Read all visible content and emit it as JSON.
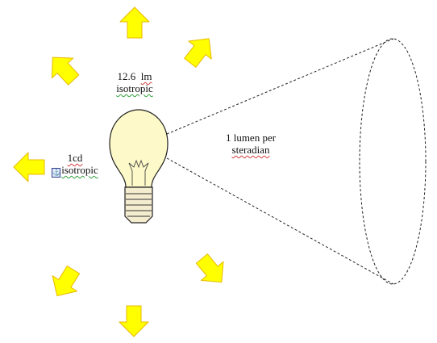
{
  "labels": {
    "bulb_flux_value": "12.6",
    "bulb_flux_unit": "lm",
    "bulb_flux_isotropic": "isotropic",
    "intensity_value": "1cd",
    "intensity_isotropic": "isotropic",
    "cone_line1": "1 lumen per",
    "cone_line2": "steradian"
  },
  "colors": {
    "arrow_fill": "#ffff00",
    "arrow_stroke": "#e8b800",
    "bulb_glass": "#fdf9c8",
    "bulb_stroke": "#222222",
    "base_fill": "#f4eccf",
    "text": "#111111"
  },
  "icons": {
    "arrow": "light-ray-arrow-icon",
    "bulb": "light-bulb-icon",
    "cone": "steradian-cone-icon",
    "marker": "text-frame-marker-icon"
  }
}
